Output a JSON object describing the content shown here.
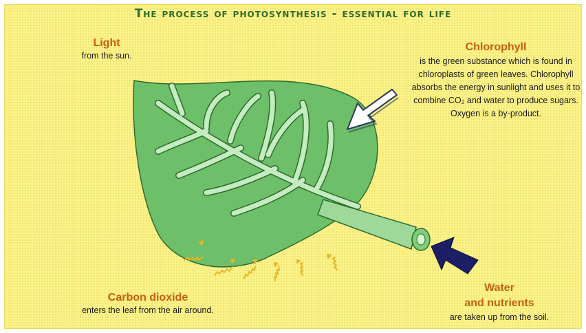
{
  "title": "The process of photosynthesis - essential for life",
  "light": {
    "heading": "Light",
    "text": "from the sun."
  },
  "chlorophyll": {
    "heading": "Chlorophyll",
    "text": "is the green substance which is found in chloroplasts of green leaves. Chlorophyll absorbs the energy in sunlight and uses it to combine CO₂ and water to produce sugars. Oxygen is a by-product."
  },
  "carbon_dioxide": {
    "heading": "Carbon dioxide",
    "text": "enters the leaf from the air around."
  },
  "water": {
    "heading_line1": "Water",
    "heading_line2": "and nutrients",
    "text": "are taken up from the soil."
  },
  "colors": {
    "background": "#fbf28a",
    "leaf": "#6dbf6a",
    "vein": "#c4ecc0",
    "heading": "#c4600f",
    "title": "#2f6b2a",
    "water_arrow": "#1c1f66",
    "co2_arrows": "#e3b82a"
  }
}
